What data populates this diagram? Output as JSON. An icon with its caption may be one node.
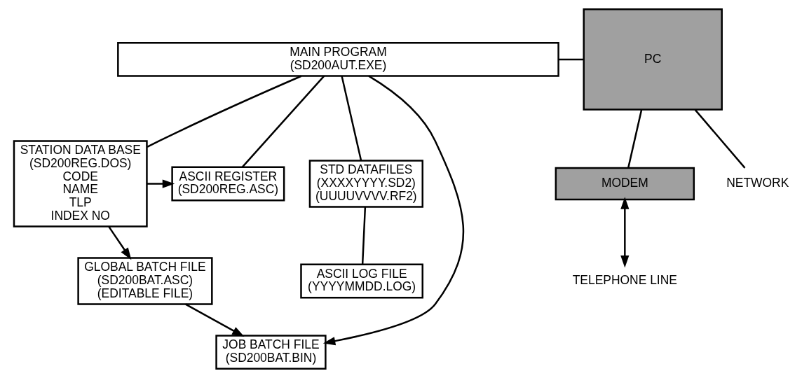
{
  "diagram": {
    "nodes": [
      {
        "text": [
          "MAIN PROGRAM",
          "(SD200AUT.EXE)"
        ]
      },
      {
        "text": [
          "STATION DATA BASE",
          "(SD200REG.DOS)",
          "CODE",
          "NAME",
          "TLP",
          "INDEX NO"
        ]
      },
      {
        "text": [
          "ASCII REGISTER",
          "(SD200REG.ASC)"
        ]
      },
      {
        "text": [
          "GLOBAL BATCH FILE",
          "(SD200BAT.ASC)",
          "(EDITABLE FILE)"
        ]
      },
      {
        "text": [
          "STD DATAFILES",
          "(XXXXYYYY.SD2)",
          "(UUUUVVVV.RF2)"
        ]
      },
      {
        "text": [
          "ASCII LOG FILE",
          "(YYYYMMDD.LOG)"
        ]
      },
      {
        "text": [
          "JOB BATCH FILE",
          "(SD200BAT.BIN)"
        ]
      },
      {
        "text": [
          "PC"
        ]
      },
      {
        "text": [
          "MODEM"
        ]
      },
      {
        "text": [
          "TELEPHONE LINE"
        ]
      },
      {
        "text": [
          "NETWORK"
        ]
      }
    ],
    "edges": [
      {
        "from": 0,
        "to": 1,
        "arrow": "none"
      },
      {
        "from": 0,
        "to": 2,
        "arrow": "none"
      },
      {
        "from": 0,
        "to": 4,
        "arrow": "none"
      },
      {
        "from": 0,
        "to": 6,
        "arrow": "to"
      },
      {
        "from": 0,
        "to": 7,
        "arrow": "none"
      },
      {
        "from": 1,
        "to": 2,
        "arrow": "to"
      },
      {
        "from": 1,
        "to": 3,
        "arrow": "to"
      },
      {
        "from": 3,
        "to": 6,
        "arrow": "to"
      },
      {
        "from": 4,
        "to": 5,
        "arrow": "none"
      },
      {
        "from": 7,
        "to": 8,
        "arrow": "none"
      },
      {
        "from": 8,
        "to": 9,
        "arrow": "both"
      },
      {
        "from": 7,
        "to": 10,
        "arrow": "none"
      }
    ]
  }
}
